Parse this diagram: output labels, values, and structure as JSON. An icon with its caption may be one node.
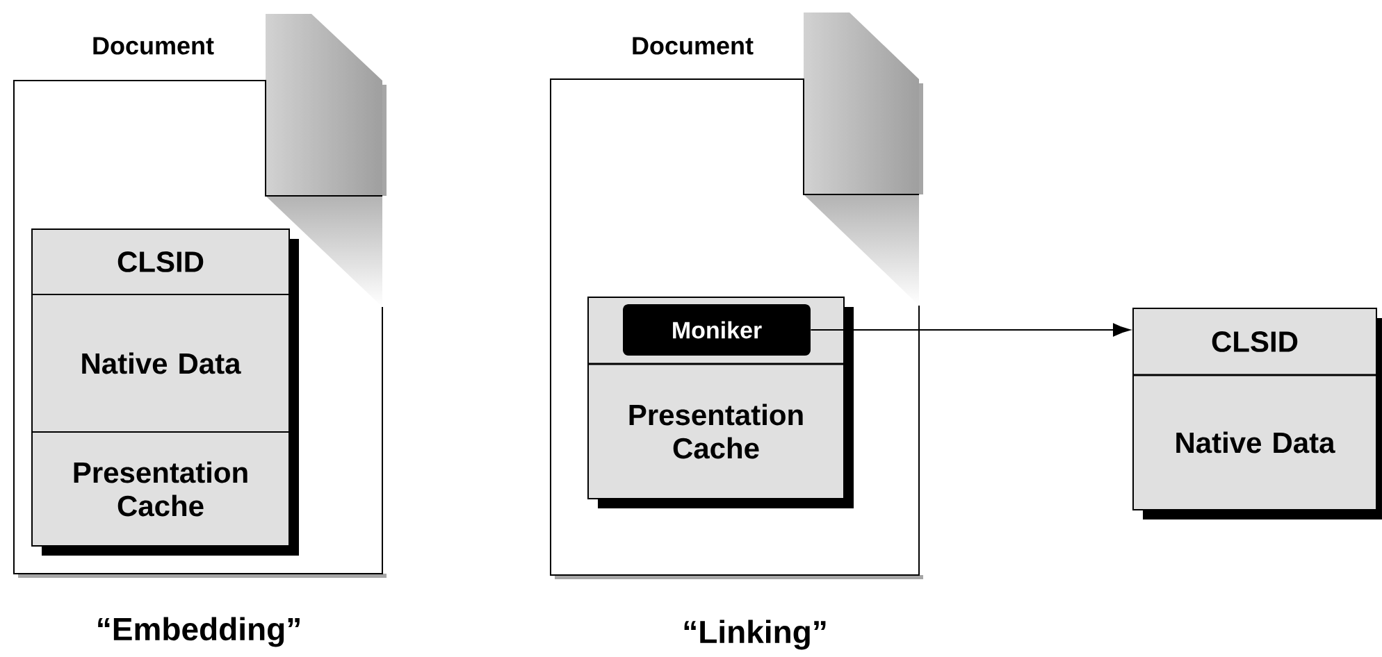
{
  "diagram": {
    "nodes": [
      {
        "text": [
          "Document"
        ],
        "beside": [
          "“Embedding”"
        ]
      },
      {
        "text": [
          "CLSID"
        ],
        "in": 0
      },
      {
        "text": [
          "Native Data"
        ],
        "in": 0
      },
      {
        "text": [
          "Presentation Cache"
        ],
        "in": 0
      },
      {
        "text": [
          "Document"
        ],
        "beside": [
          "“Linking”"
        ]
      },
      {
        "text": [
          "Presentation Cache"
        ],
        "in": 4
      },
      {
        "text": [
          "Moniker"
        ],
        "in": 5
      },
      {
        "text": [
          "CLSID",
          "Native Data"
        ]
      }
    ],
    "edges": [
      {
        "from": 6,
        "to": 7,
        "arrow": "to"
      }
    ]
  }
}
